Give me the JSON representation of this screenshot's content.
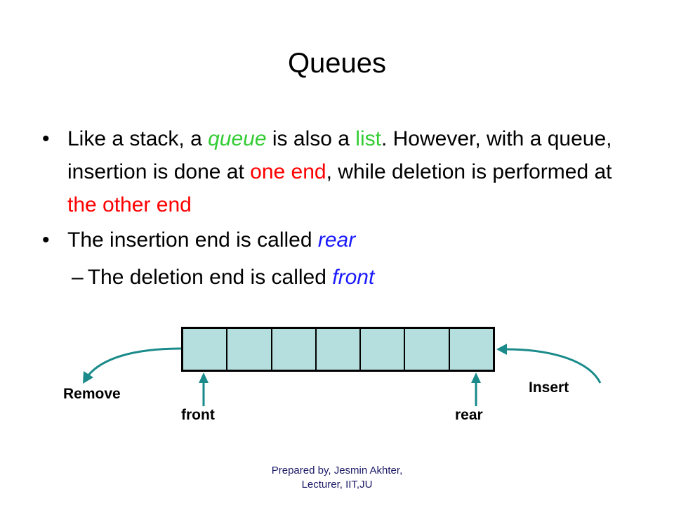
{
  "slide": {
    "title": "Queues",
    "bullets": {
      "b1": {
        "mark": "•",
        "p1": "Like a stack, a ",
        "p2": "queue",
        "p3": " is also a ",
        "p4": "list",
        "p5": ".  However, with a queue, insertion is done at ",
        "p6": "one end",
        "p7": ", while deletion is performed at ",
        "p8": "the other end"
      },
      "b2": {
        "mark": "•",
        "p1": "The insertion end is called ",
        "p2": "rear"
      },
      "b3": {
        "mark": "–",
        "p1": "The deletion end is called ",
        "p2": "front"
      }
    },
    "colors": {
      "green": "#33cc33",
      "red": "#ff0000",
      "blue": "#1a1aff",
      "queue_cell": "#b5dede",
      "arrow": "#1a8a8a"
    }
  },
  "diagram": {
    "cell_count": 7,
    "remove_label": "Remove",
    "insert_label": "Insert",
    "front_label": "front",
    "rear_label": "rear"
  },
  "footer": {
    "line1": "Prepared by, Jesmin Akhter,",
    "line2": "Lecturer, IIT,JU"
  }
}
